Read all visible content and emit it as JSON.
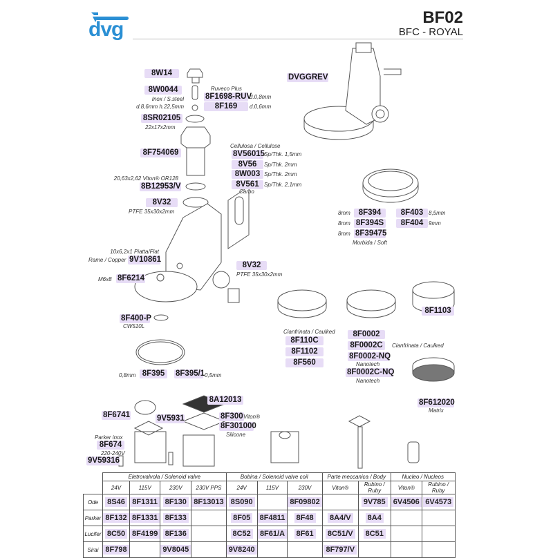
{
  "header": {
    "brand": "dvg",
    "code": "BF02",
    "model": "BFC - ROYAL",
    "brand_color": "#2a8fd4"
  },
  "parts": {
    "p8W14": "8W14",
    "p8W0044": "8W0044",
    "n8W0044a": "Inox / S.steel",
    "n8W0044b": "d.8,6mm h.22,5mm",
    "ruveco": "Ruveco Plus",
    "p8F1698": "8F1698-RUV",
    "n8F1698": "d.0,8mm",
    "p8F169": "8F169",
    "n8F169": "d.0,6mm",
    "p8SR02105": "8SR02105",
    "n8SR02105": "22x17x2mm",
    "p8F754069": "8F754069",
    "n8B12953": "20,63x2,62 Viton® OR128",
    "p8B12953": "8B12953/V",
    "p8V32a": "8V32",
    "n8V32a": "PTFE 35x30x2mm",
    "cellulose": "Cellulosa / Cellulose",
    "p8V56015": "8V56015",
    "n8V56015": "Sp/Thk. 1,5mm",
    "p8V56": "8V56",
    "n8V56": "Sp/Thk. 2mm",
    "p8W003": "8W003",
    "n8W003": "Sp/Thk. 2mm",
    "p8V561": "8V561",
    "n8V561": "Sp/Thk. 2,1mm",
    "carbo": "Carbo",
    "n9V10861a": "10x6,2x1 Piatta/Flat",
    "n9V10861b": "Rame / Copper",
    "p9V10861": "9V10861",
    "n8F6214": "M6x8",
    "p8F6214": "8F6214",
    "p8V32b": "8V32",
    "n8V32b": "PTFE 35x30x2mm",
    "pDVGGREV": "DVGGREV",
    "n8F394": "8mm",
    "p8F394": "8F394",
    "p8F403": "8F403",
    "n8F403": "8,5mm",
    "n8F394S": "8mm",
    "p8F394S": "8F394S",
    "p8F404": "8F404",
    "n8F404": "9mm",
    "n8F39475": "8mm",
    "p8F39475": "8F39475",
    "soft": "Morbida / Soft",
    "p8F400P": "8F400-P",
    "n8F400P": "CW510L",
    "n8F395": "0,8mm",
    "p8F395": "8F395",
    "p8F3951": "8F395/1",
    "n8F3951": "0,5mm",
    "caulked1": "Cianfrinata / Caulked",
    "p8F110C": "8F110C",
    "p8F1102": "8F1102",
    "p8F560": "8F560",
    "p8F0002": "8F0002",
    "p8F0002C": "8F0002C",
    "caulked2": "Cianfrinata / Caulked",
    "p8F0002NQ": "8F0002-NQ",
    "nano1": "Nanotech",
    "p8F0002CNQ": "8F0002C-NQ",
    "nano2": "Nanotech",
    "p8F1103": "8F1103",
    "p8F612020": "8F612020",
    "matrix": "Matrix",
    "p8A12013": "8A12013",
    "p8F6741": "8F6741",
    "p9V5931": "9V5931",
    "p8F300": "8F300",
    "n8F300": "Viton®",
    "p8F301000": "8F301000",
    "silicone": "Silicone",
    "parker": "Parker inox",
    "p8F674": "8F674",
    "n8F674": "220-240V",
    "p9V59316": "9V59316"
  },
  "table": {
    "groups": [
      "Eletrovalvola / Solenoid valve",
      "Bobina / Solenoid valve coil",
      "Parte meccanica / Body",
      "Nucleo / Nucleos"
    ],
    "sub": [
      "24V",
      "115V",
      "230V",
      "230V PPS",
      "24V",
      "115V",
      "230V",
      "Viton®",
      "Rubino / Ruby",
      "Viton®",
      "Rubino / Ruby"
    ],
    "rows": [
      {
        "label": "Ode",
        "cells": [
          "8S46",
          "8F1311",
          "8F130",
          "8F13013",
          "8S090",
          "",
          "8F09802",
          "",
          "9V785",
          "6V4506",
          "6V4573"
        ]
      },
      {
        "label": "Parker",
        "cells": [
          "8F132",
          "8F1331",
          "8F133",
          "",
          "8F05",
          "8F4811",
          "8F48",
          "8A4/V",
          "8A4",
          "",
          ""
        ]
      },
      {
        "label": "Lucifer",
        "cells": [
          "8C50",
          "8F4199",
          "8F136",
          "",
          "8C52",
          "8F61/A",
          "8F61",
          "8C51/V",
          "8C51",
          "",
          ""
        ]
      },
      {
        "label": "Sirai",
        "cells": [
          "8F798",
          "",
          "9V8045",
          "",
          "9V8240",
          "",
          "",
          "8F797/V",
          "",
          "",
          ""
        ]
      }
    ]
  }
}
